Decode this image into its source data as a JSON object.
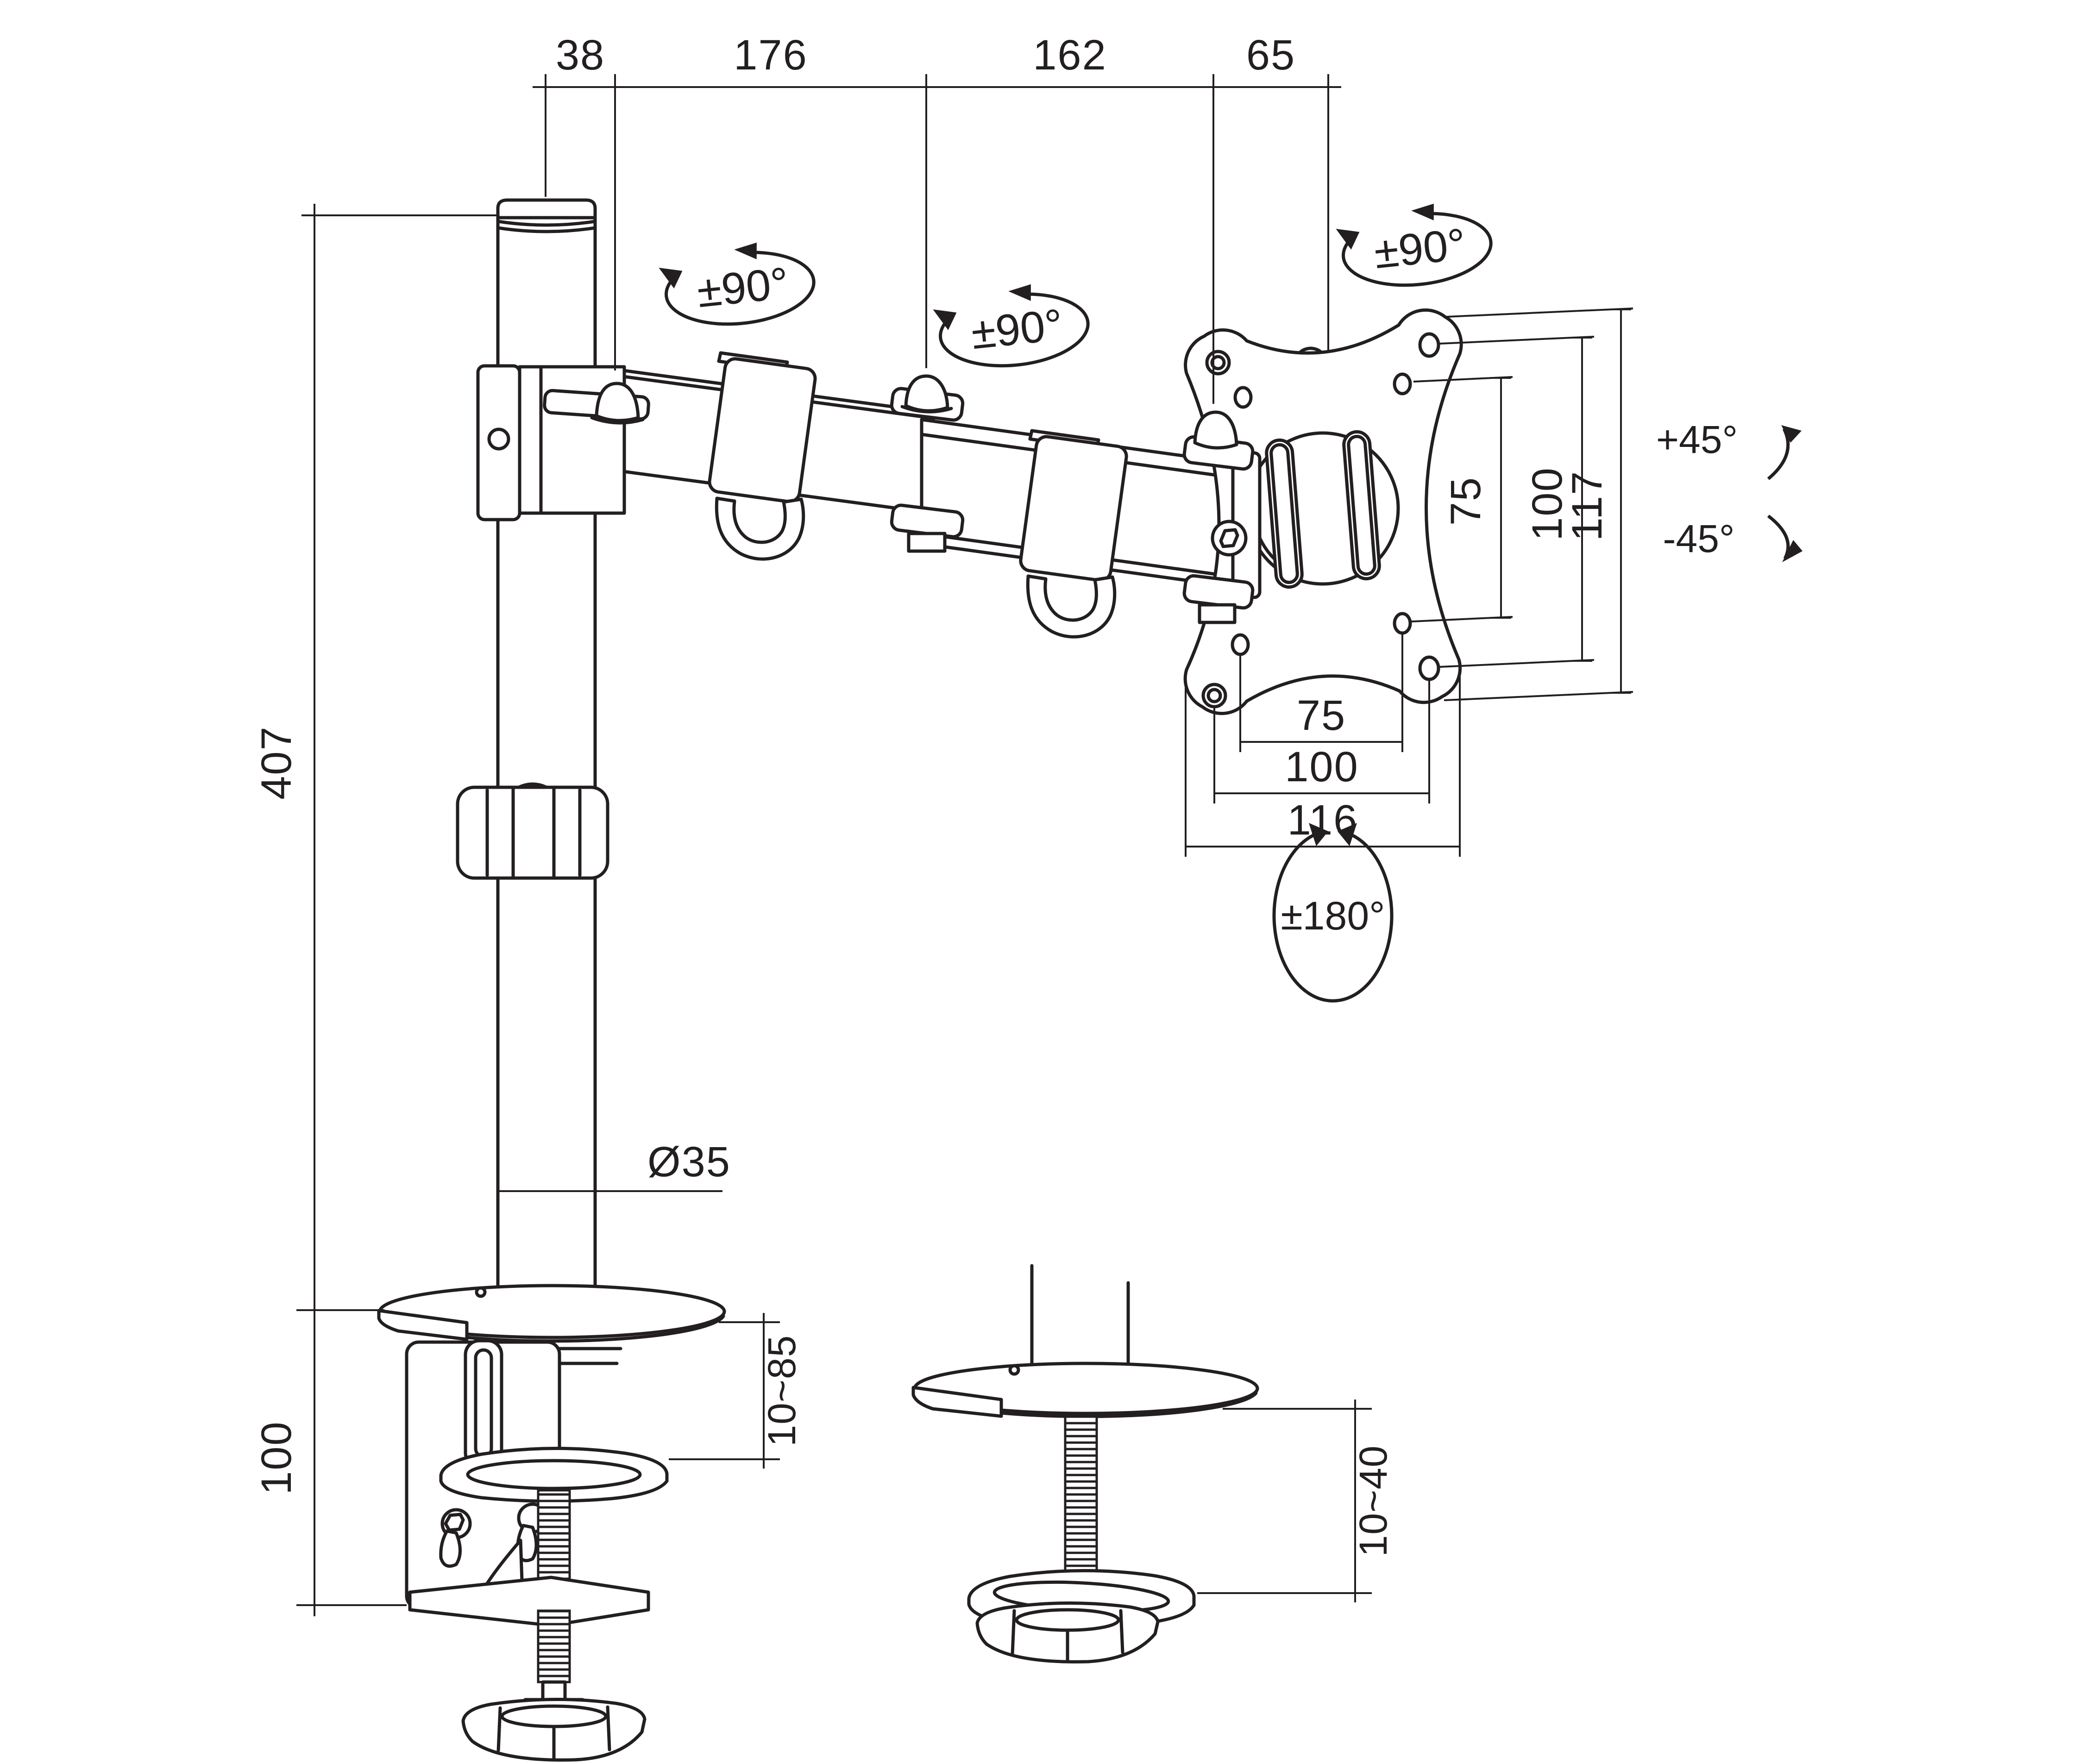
{
  "drawing": {
    "kind": "technical dimensional diagram",
    "subject": "single monitor desk mount arm with C-clamp and grommet base options",
    "ink_color": "#231f20",
    "background_color": "#ffffff"
  },
  "dims_top": [
    "38",
    "176",
    "162",
    "65"
  ],
  "dims_left": [
    "407",
    "100"
  ],
  "vesa_right": [
    "75",
    "100",
    "117"
  ],
  "vesa_bottom": [
    "75",
    "100",
    "116"
  ],
  "pole_diameter": "Ø35",
  "clamp_range": "10~85",
  "grommet_range": "10~40",
  "rot_swivel": "±90°",
  "rot_rotate": "±180°",
  "tilt_up": "+45°",
  "tilt_down": "-45°"
}
